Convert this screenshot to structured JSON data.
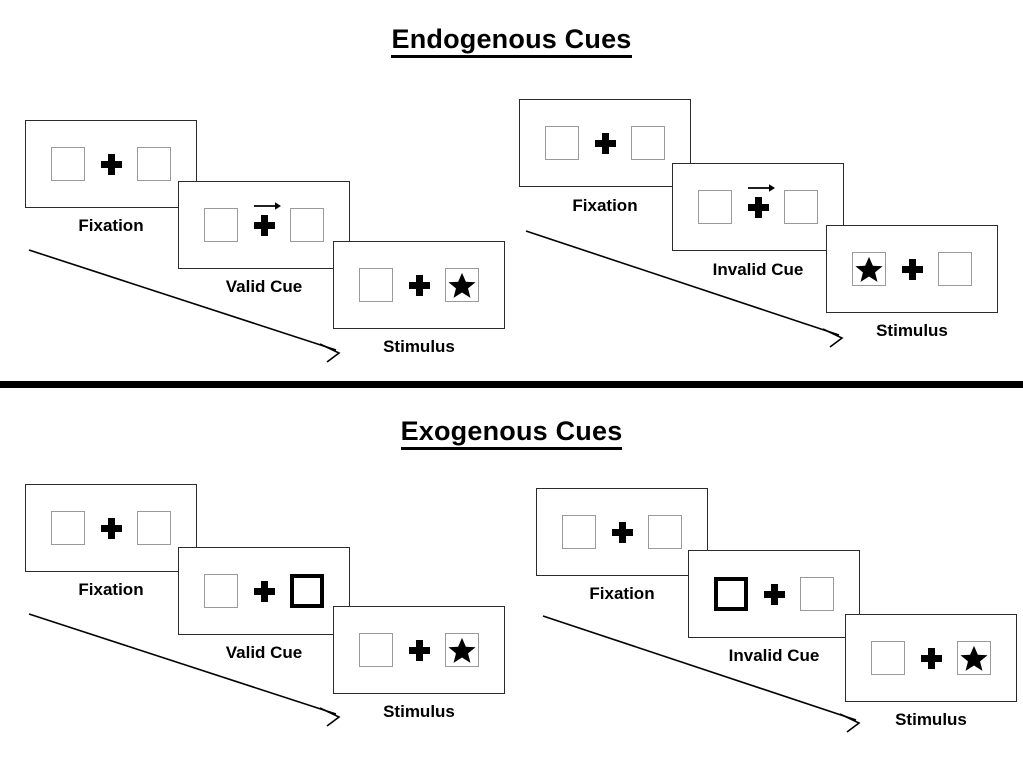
{
  "figure": {
    "title_endogenous": "Endogenous Cues",
    "title_exogenous": "Exogenous Cues",
    "labels": {
      "fixation": "Fixation",
      "valid_cue": "Valid Cue",
      "invalid_cue": "Invalid Cue",
      "stimulus": "Stimulus"
    },
    "icons": {
      "fixation_cross": "plus-cross-icon",
      "arrow_cue": "right-arrow-cue-icon",
      "target": "black-star-icon",
      "time_arrow": "time-progression-arrow-icon"
    },
    "colors": {
      "panel_border": "#2b2b2b",
      "box_border": "#9a9a9a",
      "cued_box_border": "#000000",
      "target_fill": "#000000",
      "divider": "#000000",
      "background": "#ffffff"
    }
  },
  "sections": [
    {
      "id": "endogenous",
      "title": "Endogenous Cues",
      "cue_type": "central arrow",
      "trials": [
        {
          "id": "endogenous-valid",
          "validity": "valid",
          "frames": [
            {
              "label": "Fixation",
              "left_box": "empty",
              "right_box": "empty",
              "center": "cross"
            },
            {
              "label": "Valid Cue",
              "left_box": "empty",
              "right_box": "empty",
              "center": "cross-with-right-arrow"
            },
            {
              "label": "Stimulus",
              "left_box": "empty",
              "right_box": "star",
              "center": "cross"
            }
          ]
        },
        {
          "id": "endogenous-invalid",
          "validity": "invalid",
          "frames": [
            {
              "label": "Fixation",
              "left_box": "empty",
              "right_box": "empty",
              "center": "cross"
            },
            {
              "label": "Invalid Cue",
              "left_box": "empty",
              "right_box": "empty",
              "center": "cross-with-right-arrow"
            },
            {
              "label": "Stimulus",
              "left_box": "star",
              "right_box": "empty",
              "center": "cross"
            }
          ]
        }
      ]
    },
    {
      "id": "exogenous",
      "title": "Exogenous Cues",
      "cue_type": "peripheral box brightening",
      "trials": [
        {
          "id": "exogenous-valid",
          "validity": "valid",
          "frames": [
            {
              "label": "Fixation",
              "left_box": "empty",
              "right_box": "empty",
              "center": "cross"
            },
            {
              "label": "Valid Cue",
              "left_box": "empty",
              "right_box": "cued",
              "center": "cross"
            },
            {
              "label": "Stimulus",
              "left_box": "empty",
              "right_box": "star",
              "center": "cross"
            }
          ]
        },
        {
          "id": "exogenous-invalid",
          "validity": "invalid",
          "frames": [
            {
              "label": "Fixation",
              "left_box": "empty",
              "right_box": "empty",
              "center": "cross"
            },
            {
              "label": "Invalid Cue",
              "left_box": "cued",
              "right_box": "empty",
              "center": "cross"
            },
            {
              "label": "Stimulus",
              "left_box": "empty",
              "right_box": "star",
              "center": "cross"
            }
          ]
        }
      ]
    }
  ]
}
